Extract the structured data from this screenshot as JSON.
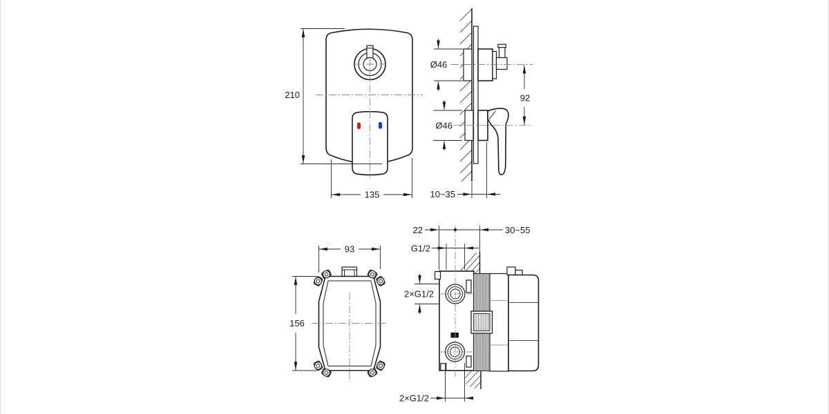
{
  "drawing": {
    "labels": {
      "front_height": "210",
      "front_width": "135",
      "knob_diameter": "Ø46",
      "handle_diameter": "Ø46",
      "centers_distance": "92",
      "wall_thickness_range": "10~35",
      "box_width": "93",
      "box_height": "156",
      "port_offset": "22",
      "depth_range": "30~55",
      "top_outlet_thread": "G1/2",
      "side_ports_thread": "2×G1/2",
      "bottom_ports_thread": "2×G1/2"
    },
    "colors": {
      "hot_indicator": "#e81613",
      "cold_indicator": "#2036d4"
    }
  }
}
